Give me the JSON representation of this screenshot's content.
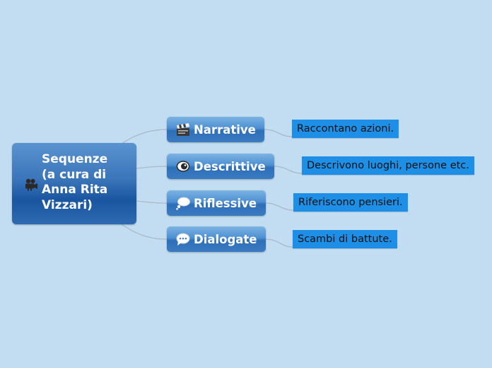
{
  "root": {
    "title": "Sequenze\n(a cura di\nAnna Rita\nVizzari)",
    "icon": "film-camera-icon"
  },
  "branches": [
    {
      "label": "Narrative",
      "icon": "clapperboard-icon",
      "note": "Raccontano azioni."
    },
    {
      "label": "Descrittive",
      "icon": "eye-icon",
      "note": "Descrivono luoghi, persone etc."
    },
    {
      "label": "Riflessive",
      "icon": "thought-bubble-icon",
      "note": "Riferiscono pensieri."
    },
    {
      "label": "Dialogate",
      "icon": "speech-bubble-icon",
      "note": "Scambi di battute."
    }
  ],
  "colors": {
    "background": "#c2ddf1",
    "root": "#2d6ab1",
    "branch": "#4d8fd1",
    "leaf": "#1e8fe6",
    "connector": "#a9b9c8"
  }
}
